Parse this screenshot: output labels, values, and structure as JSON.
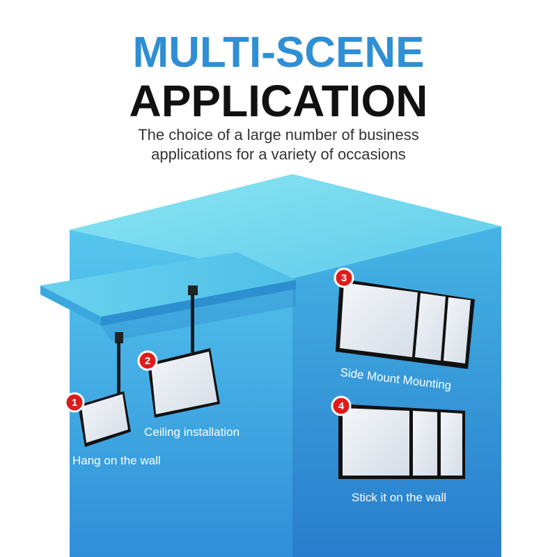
{
  "header": {
    "title_line1": "MULTI-SCENE",
    "title_line2": "APPLICATION",
    "subtitle_line1": "The choice of a large number of business",
    "subtitle_line2": "applications for a variety of occasions"
  },
  "scenes": [
    {
      "number": "1",
      "label": "Hang on the wall"
    },
    {
      "number": "2",
      "label": "Ceiling installation"
    },
    {
      "number": "3",
      "label": "Side Mount Mounting"
    },
    {
      "number": "4",
      "label": "Stick it on the wall"
    }
  ],
  "colors": {
    "title_blue": "#2f8fd4",
    "title_black": "#111111",
    "badge_red": "#e01b1b",
    "wall_front": "#3fa2e0",
    "wall_top": "#6fd8ee",
    "wall_side": "#2e8ed2",
    "screen_face": "#e9eef4",
    "screen_frame": "#111111"
  }
}
